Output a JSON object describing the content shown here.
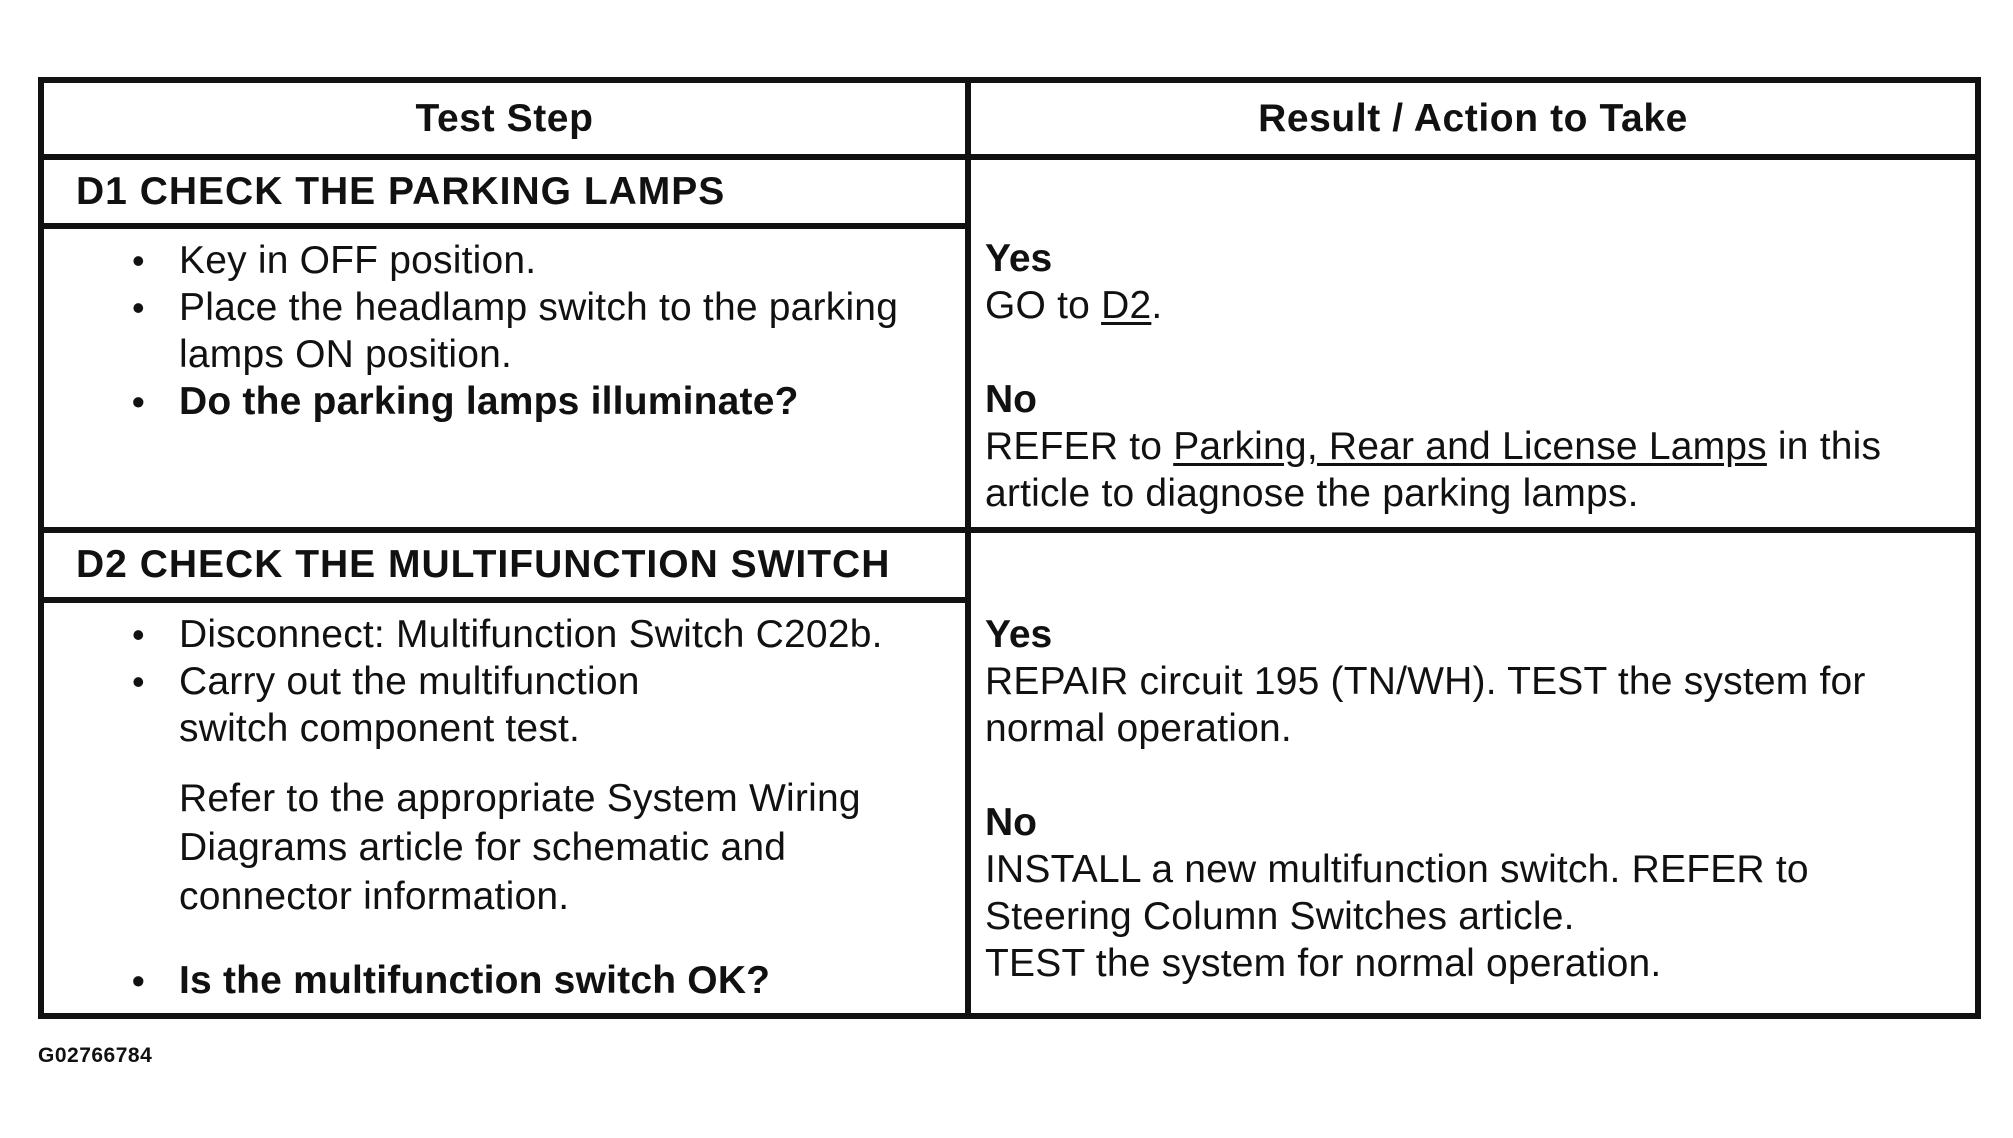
{
  "table": {
    "headers": {
      "test_step": "Test Step",
      "result": "Result / Action to Take"
    },
    "steps": [
      {
        "title": "D1 CHECK THE PARKING LAMPS",
        "bullets": [
          "Key in OFF position.",
          "Place the headlamp switch to the parking lamps ON position.",
          "Do the parking lamps illuminate?"
        ],
        "yes": {
          "label": "Yes",
          "text_before": "GO to ",
          "link": "D2",
          "text_after": "."
        },
        "no": {
          "label": "No",
          "text_before": "REFER to ",
          "link": "Parking, Rear and License Lamps",
          "text_after": " in this article to diagnose the parking lamps."
        }
      },
      {
        "title": "D2 CHECK THE MULTIFUNCTION SWITCH",
        "bullets": [
          "Disconnect: Multifunction Switch C202b.",
          "Carry out the multifunction switch component test."
        ],
        "note": "Refer to the appropriate System Wiring Diagrams article for schematic and connector information.",
        "question": "Is the multifunction switch OK?",
        "yes": {
          "label": "Yes",
          "text": "REPAIR circuit 195 (TN/WH). TEST the system for normal operation."
        },
        "no": {
          "label": "No",
          "line1": "INSTALL a new multifunction switch. REFER to",
          "line2": "Steering Column Switches article.",
          "line3": "TEST the system for normal operation."
        }
      }
    ]
  },
  "figure_id": "G02766784"
}
